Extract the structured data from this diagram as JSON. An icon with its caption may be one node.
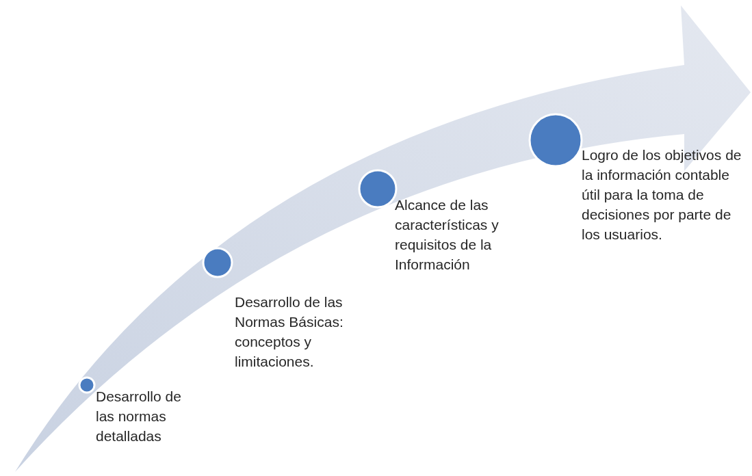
{
  "diagram": {
    "nodes": [
      {
        "text": [
          "Desarrollo de las normas detalladas"
        ]
      },
      {
        "text": [
          "Desarrollo de las Normas Básicas: conceptos y limitaciones."
        ]
      },
      {
        "text": [
          "Alcance de las características y requisitos de la Información"
        ]
      },
      {
        "text": [
          "Logro de los objetivos de la información contable útil para la toma de decisiones por parte de los usuarios."
        ]
      }
    ]
  }
}
